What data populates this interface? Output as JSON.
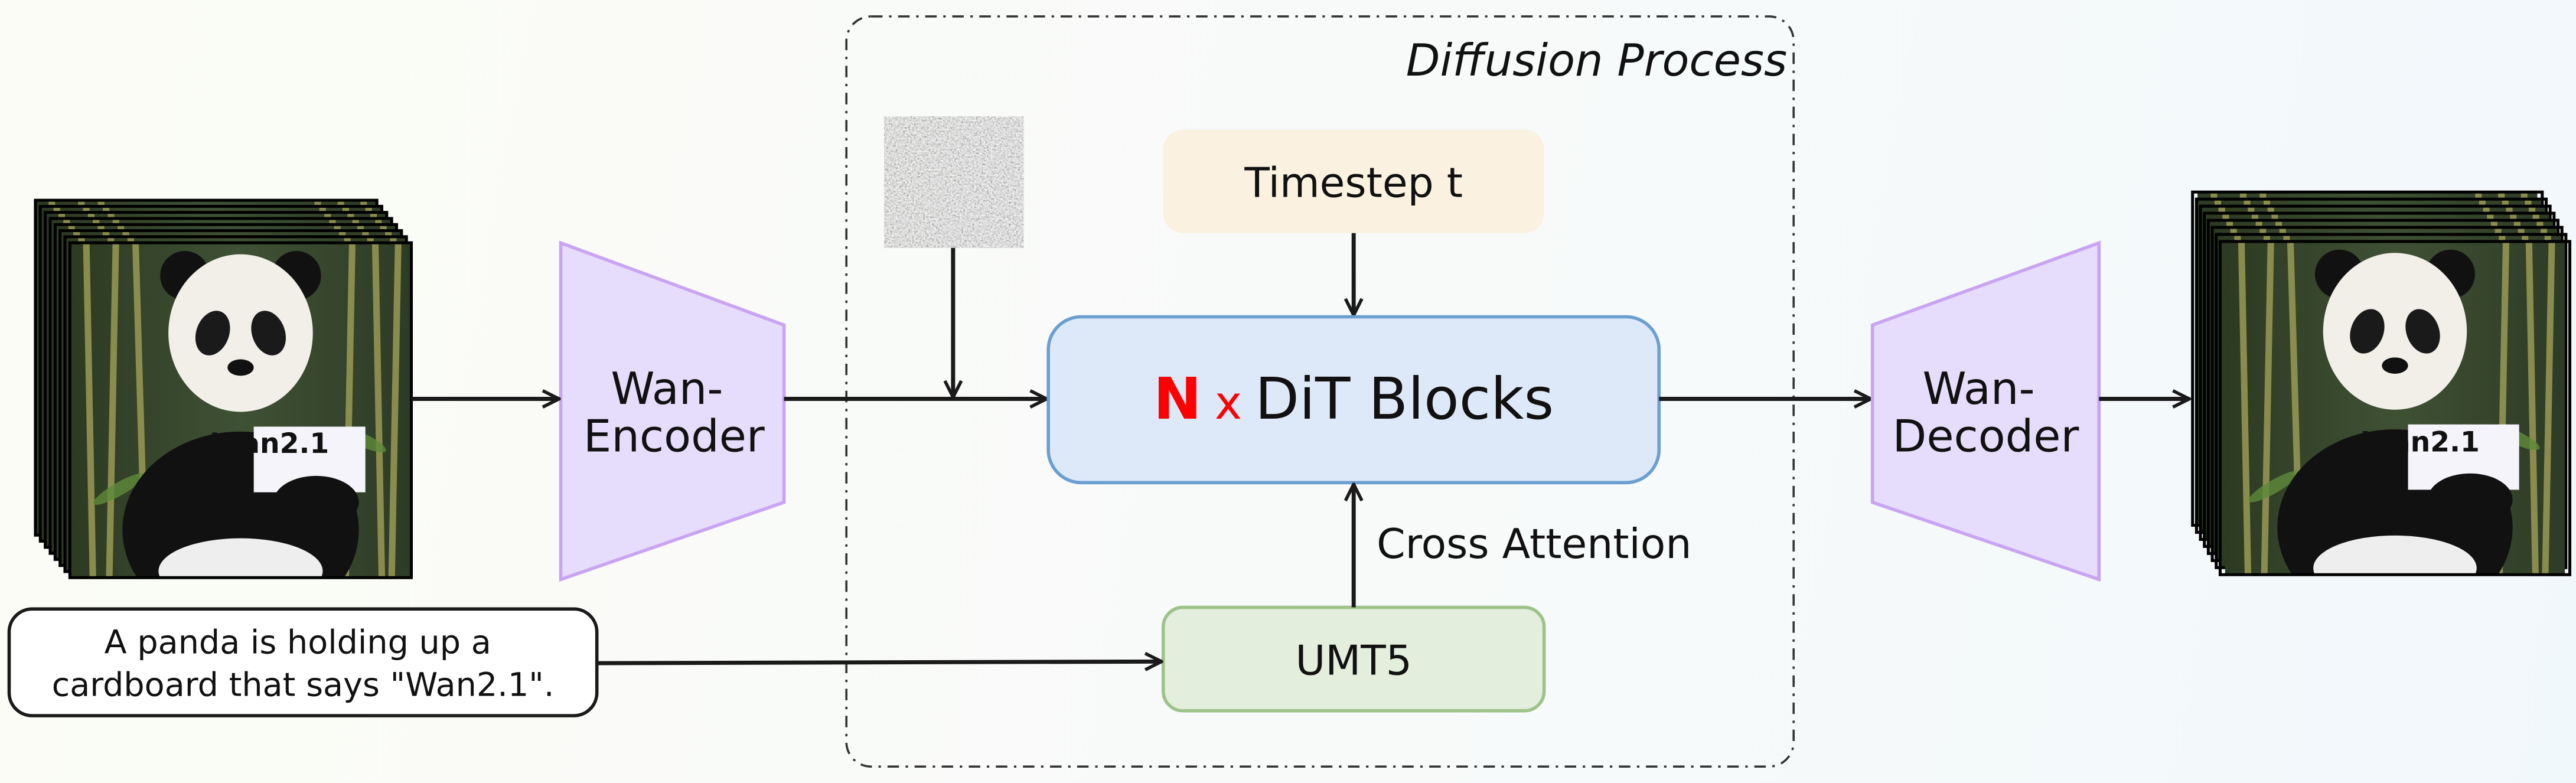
{
  "diagram": {
    "title": "Diffusion Process",
    "input_video": {
      "sign_text": "Wan2.1",
      "frames": 8
    },
    "output_video": {
      "sign_text": "Wan2.1",
      "frames": 8
    },
    "encoder": {
      "line1": "Wan-",
      "line2": "Encoder"
    },
    "decoder": {
      "line1": "Wan-",
      "line2": "Decoder"
    },
    "noise": {
      "label": ""
    },
    "timestep": {
      "label": "Timestep t"
    },
    "dit": {
      "n": "N",
      "x": "x",
      "label": "DiT Blocks"
    },
    "cross_attention": {
      "label": "Cross Attention"
    },
    "umt5": {
      "label": "UMT5"
    },
    "prompt": {
      "line1": "A panda is holding up a",
      "line2": "cardboard that says \"Wan2.1\"."
    },
    "colors": {
      "encoder_fill": "#e6dcfb",
      "encoder_stroke": "#c9a4f2",
      "timestep_fill": "#faf1e0",
      "dit_fill": "#dde9f8",
      "dit_stroke": "#6a9fd0",
      "umt5_fill": "#e3eedc",
      "umt5_stroke": "#9dc38a",
      "accent_red": "#ff0000"
    }
  }
}
